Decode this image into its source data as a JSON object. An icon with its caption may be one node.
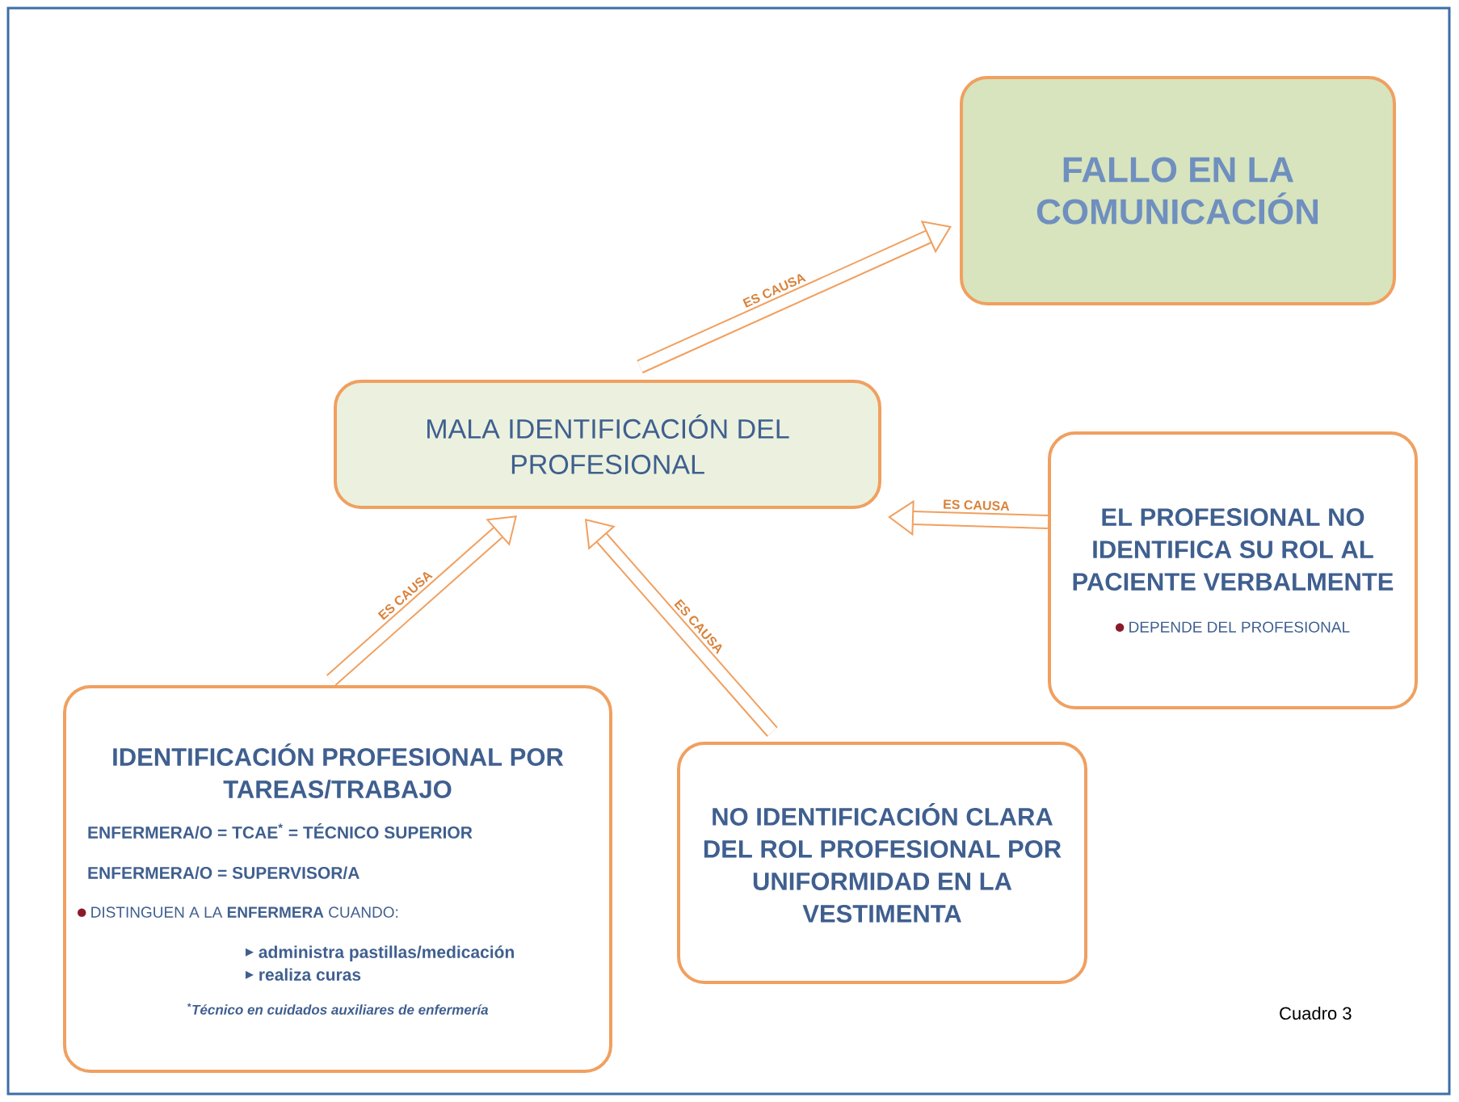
{
  "diagram": {
    "nodes": [
      {
        "text": [
          "FALLO EN LA COMUNICACIÓN"
        ]
      },
      {
        "text": [
          "MALA IDENTIFICACIÓN DEL PROFESIONAL"
        ]
      },
      {
        "text": [
          "EL PROFESIONAL NO IDENTIFICA SU ROL AL PACIENTE VERBALMENTE",
          "DEPENDE DEL PROFESIONAL"
        ]
      },
      {
        "text": [
          "IDENTIFICACIÓN PROFESIONAL POR TAREAS/TRABAJO",
          "ENFERMERA/O = TCAE$^{*}$ = TÉCNICO SUPERIOR",
          "ENFERMERA/O = SUPERVISOR/A",
          "DISTINGUEN A LA **ENFERMERA** CUANDO:",
          "administra pastillas/medicación",
          "realiza curas",
          "$^{*}$Técnico en cuidados auxiliares de enfermería"
        ]
      },
      {
        "text": [
          "NO IDENTIFICACIÓN CLARA DEL ROL PROFESIONAL POR UNIFORMIDAD EN LA VESTIMENTA"
        ]
      }
    ],
    "edges": [
      {
        "from": 1,
        "to": 0,
        "arrow": "to",
        "label": "ES CAUSA"
      },
      {
        "from": 2,
        "to": 1,
        "arrow": "to",
        "label": "ES CAUSA"
      },
      {
        "from": 3,
        "to": 1,
        "arrow": "to",
        "label": "ES CAUSA"
      },
      {
        "from": 4,
        "to": 1,
        "arrow": "to",
        "label": "ES CAUSA"
      }
    ],
    "labels": [
      "Cuadro 3"
    ]
  }
}
